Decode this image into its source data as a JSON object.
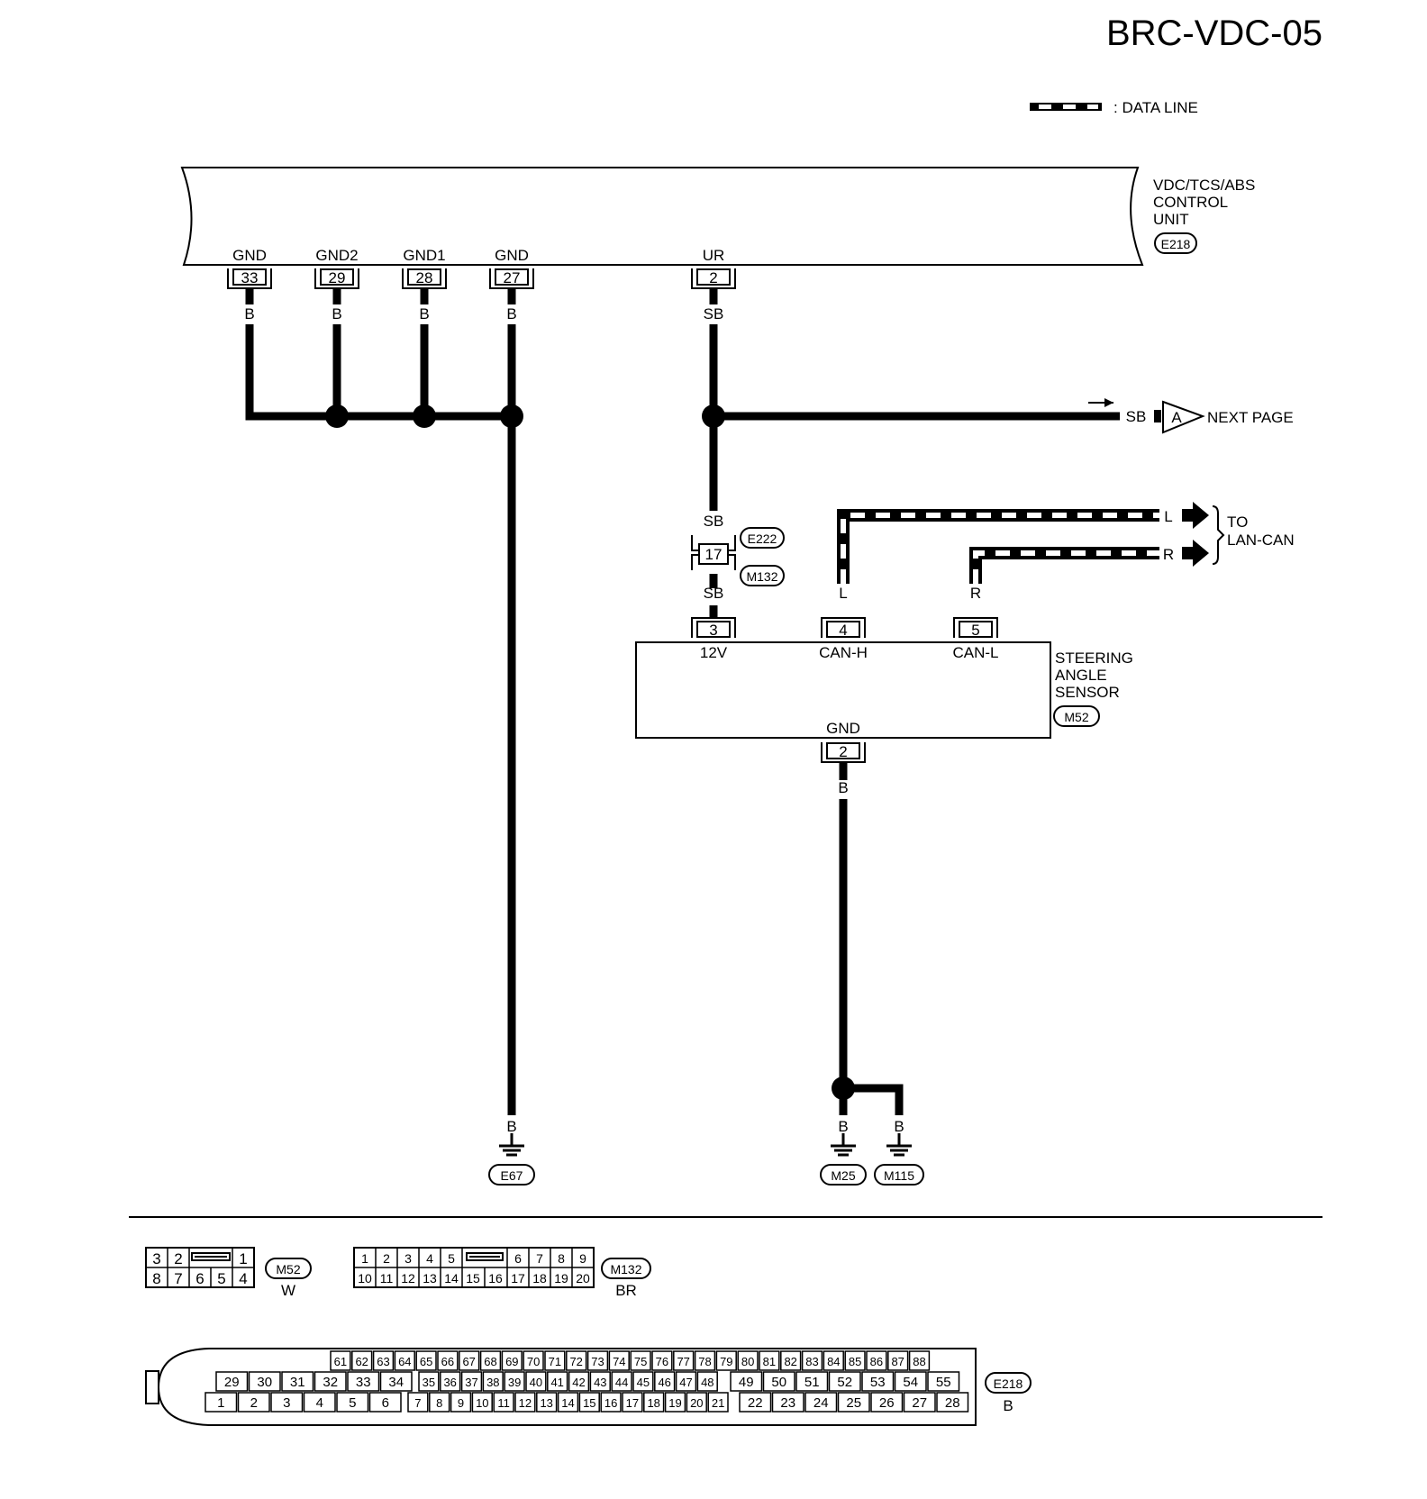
{
  "title": "BRC-VDC-05",
  "legend": {
    "label": ": DATA LINE"
  },
  "control_unit": {
    "name_lines": [
      "VDC/TCS/ABS",
      "CONTROL",
      "UNIT"
    ],
    "connector": "E218",
    "pins": [
      {
        "label": "GND",
        "pin": "33",
        "wire": "B"
      },
      {
        "label": "GND2",
        "pin": "29",
        "wire": "B"
      },
      {
        "label": "GND1",
        "pin": "28",
        "wire": "B"
      },
      {
        "label": "GND",
        "pin": "27",
        "wire": "B"
      },
      {
        "label": "UR",
        "pin": "2",
        "wire": "SB"
      }
    ]
  },
  "next_page": {
    "wire": "SB",
    "tag": "A",
    "label": "NEXT PAGE"
  },
  "junction": {
    "wire_top": "SB",
    "pin": "17",
    "wire_bottom": "SB",
    "conn_top": "E222",
    "conn_bottom": "M132"
  },
  "can": {
    "l_wire": "L",
    "r_wire": "R",
    "to_lines": [
      "TO",
      "LAN-CAN"
    ]
  },
  "sensor": {
    "name_lines": [
      "STEERING",
      "ANGLE",
      "SENSOR"
    ],
    "connector": "M52",
    "pins": [
      {
        "pin": "3",
        "label": "12V"
      },
      {
        "pin": "4",
        "label": "CAN-H"
      },
      {
        "pin": "5",
        "label": "CAN-L"
      }
    ],
    "gnd": {
      "label": "GND",
      "pin": "2",
      "wire": "B"
    }
  },
  "grounds": [
    {
      "wire": "B",
      "name": "E67"
    },
    {
      "wire": "B",
      "name": "M25"
    },
    {
      "wire": "B",
      "name": "M115"
    }
  ],
  "connectors": {
    "m52": {
      "name": "M52",
      "color": "W",
      "row1": [
        "3",
        "2",
        "1"
      ],
      "row2": [
        "8",
        "7",
        "6",
        "5",
        "4"
      ]
    },
    "m132": {
      "name": "M132",
      "color": "BR",
      "row1": [
        "1",
        "2",
        "3",
        "4",
        "5",
        "6",
        "7",
        "8",
        "9"
      ],
      "row2": [
        "10",
        "11",
        "12",
        "13",
        "14",
        "15",
        "16",
        "17",
        "18",
        "19",
        "20"
      ]
    },
    "e218": {
      "name": "E218",
      "color": "B",
      "row1": [
        "61",
        "62",
        "63",
        "64",
        "65",
        "66",
        "67",
        "68",
        "69",
        "70",
        "71",
        "72",
        "73",
        "74",
        "75",
        "76",
        "77",
        "78",
        "79",
        "80",
        "81",
        "82",
        "83",
        "84",
        "85",
        "86",
        "87",
        "88"
      ],
      "row2": [
        "29",
        "30",
        "31",
        "32",
        "33",
        "34",
        "35",
        "36",
        "37",
        "38",
        "39",
        "40",
        "41",
        "42",
        "43",
        "44",
        "45",
        "46",
        "47",
        "48",
        "49",
        "50",
        "51",
        "52",
        "53",
        "54",
        "55"
      ],
      "row3": [
        "1",
        "2",
        "3",
        "4",
        "5",
        "6",
        "7",
        "8",
        "9",
        "10",
        "11",
        "12",
        "13",
        "14",
        "15",
        "16",
        "17",
        "18",
        "19",
        "20",
        "21",
        "22",
        "23",
        "24",
        "25",
        "26",
        "27",
        "28"
      ]
    }
  }
}
